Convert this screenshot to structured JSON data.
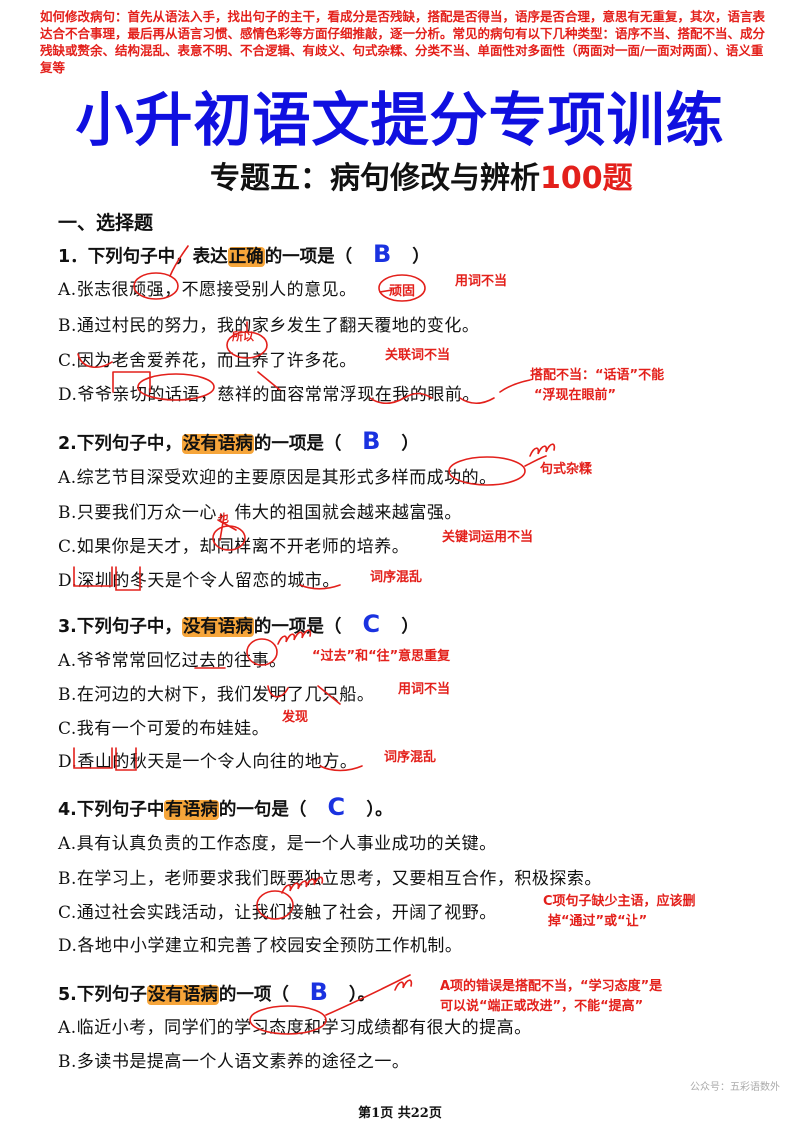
{
  "top_note": "如何修改病句：首先从语法入手，找出句子的主干，看成分是否残缺，搭配是否得当，语序是否合理，意思有无重复，其次，语言表达合不合事理，最后再从语言习惯、感情色彩等方面仔细推敲，逐一分析。常见的病句有以下几种类型：语序不当、搭配不当、成分残缺或赘余、结构混乱、表意不明、不合逻辑、有歧义、句式杂糅、分类不当、单面性对多面性（两面对一面/一面对两面）、语义重复等",
  "title": "小升初语文提分专项训练",
  "subtitle": {
    "main": "专题五：病句修改与辨析",
    "accent": "100题"
  },
  "section": "一、选择题",
  "questions": [
    {
      "num": "1．",
      "pre": "下列句子中，表达",
      "hl": "正确",
      "post": "的一项是（",
      "close": "）",
      "answer": "B",
      "options": [
        "A.张志很顽强，不愿接受别人的意见。",
        "B.通过村民的努力，我的家乡发生了翻天覆地的变化。",
        "C.因为老舍爱养花，而且养了许多花。",
        "D.爷爷亲切的话语，慈祥的面容常常浮现在我的眼前。"
      ]
    },
    {
      "num": "2.",
      "pre": "下列句子中，",
      "hl": "没有语病",
      "post": "的一项是（",
      "close": "）",
      "answer": "B",
      "options": [
        "A.综艺节目深受欢迎的主要原因是其形式多样而成功的。",
        "B.只要我们万众一心，伟大的祖国就会越来越富强。",
        "C.如果你是天才，却同样离不开老师的培养。",
        "D.深圳的冬天是个令人留恋的城市。"
      ]
    },
    {
      "num": "3.",
      "pre": "下列句子中，",
      "hl": "没有语病",
      "post": "的一项是（",
      "close": "）",
      "answer": "C",
      "options": [
        "A.爷爷常常回忆过去的往事。",
        "B.在河边的大树下，我们发明了几只船。",
        "C.我有一个可爱的布娃娃。",
        "D.香山的秋天是一个令人向往的地方。"
      ]
    },
    {
      "num": "4.",
      "pre": "下列句子中",
      "hl": "有语病",
      "post": "的一句是（",
      "close": "）。",
      "answer": "C",
      "options": [
        "A.具有认真负责的工作态度，是一个人事业成功的关键。",
        "B.在学习上，老师要求我们既要独立思考，又要相互合作，积极探索。",
        "C.通过社会实践活动，让我们接触了社会，开阔了视野。",
        "D.各地中小学建立和完善了校园安全预防工作机制。"
      ]
    },
    {
      "num": "5.",
      "pre": "下列句子",
      "hl": "没有语病",
      "post": "的一项（",
      "close": "）。",
      "answer": "B",
      "options": [
        "A.临近小考，同学们的学习态度和学习成绩都有很大的提高。",
        "B.多读书是提高一个人语文素养的途径之一。"
      ]
    }
  ],
  "annotations": {
    "q1_a_fix": "顽固",
    "q1_a_note": "用词不当",
    "q1_c_fix": "所以",
    "q1_c_note": "关联词不当",
    "q1_d_note_1": "搭配不当：“话语”不能",
    "q1_d_note_2": "“浮现在眼前”",
    "q2_a_note": "句式杂糅",
    "q2_c_fix": "也",
    "q2_c_note": "关键词运用不当",
    "q2_d_note": "词序混乱",
    "q3_a_note": "“过去”和“往”意思重复",
    "q3_b_note": "用词不当",
    "q3_b_fix": "发现",
    "q3_d_note": "词序混乱",
    "q4_c_note_1": "C项句子缺少主语，应该删",
    "q4_c_note_2": "掉“通过”或“让”",
    "q5_note_1": "A项的错误是搭配不当，“学习态度”是",
    "q5_note_2": "可以说“端正或改进”，不能“提高”"
  },
  "watermark": "公众号：五彩语数外",
  "footer": "第1页 共22页"
}
